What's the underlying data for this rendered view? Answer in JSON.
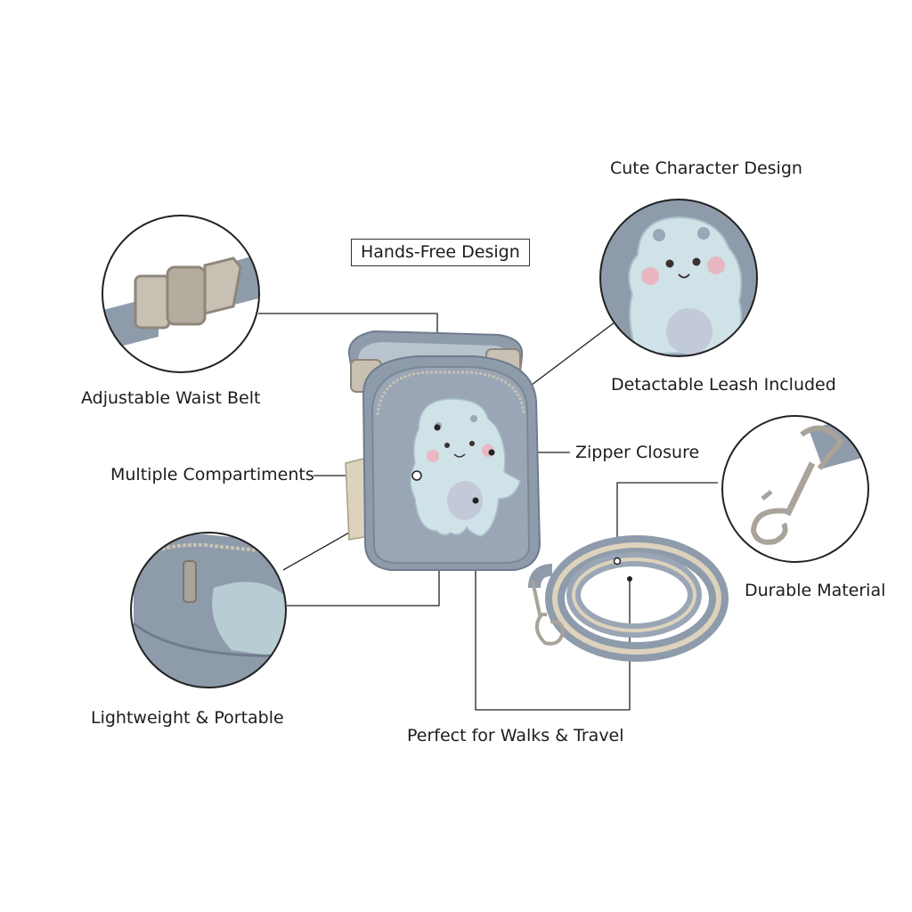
{
  "callouts": {
    "hands_free": "Hands-Free Design",
    "cute_character": "Cute Character Design",
    "adjustable_belt": "Adjustable Waist Belt",
    "detachable_leash": "Detactable Leash Included",
    "multiple_compartments": "Multiple Compartiments",
    "zipper_closure": "Zipper Closure",
    "durable_material": "Durable Material",
    "lightweight": "Lightweight & Portable",
    "walks_travel": "Perfect for Walks & Travel"
  },
  "colors": {
    "denim": "#8e9bab",
    "denim_dark": "#6f7c8c",
    "denim_light": "#aab5c2",
    "mint": "#cfe2e8",
    "beige": "#ddd3bd",
    "metal": "#a9a39a",
    "line": "#222222"
  }
}
